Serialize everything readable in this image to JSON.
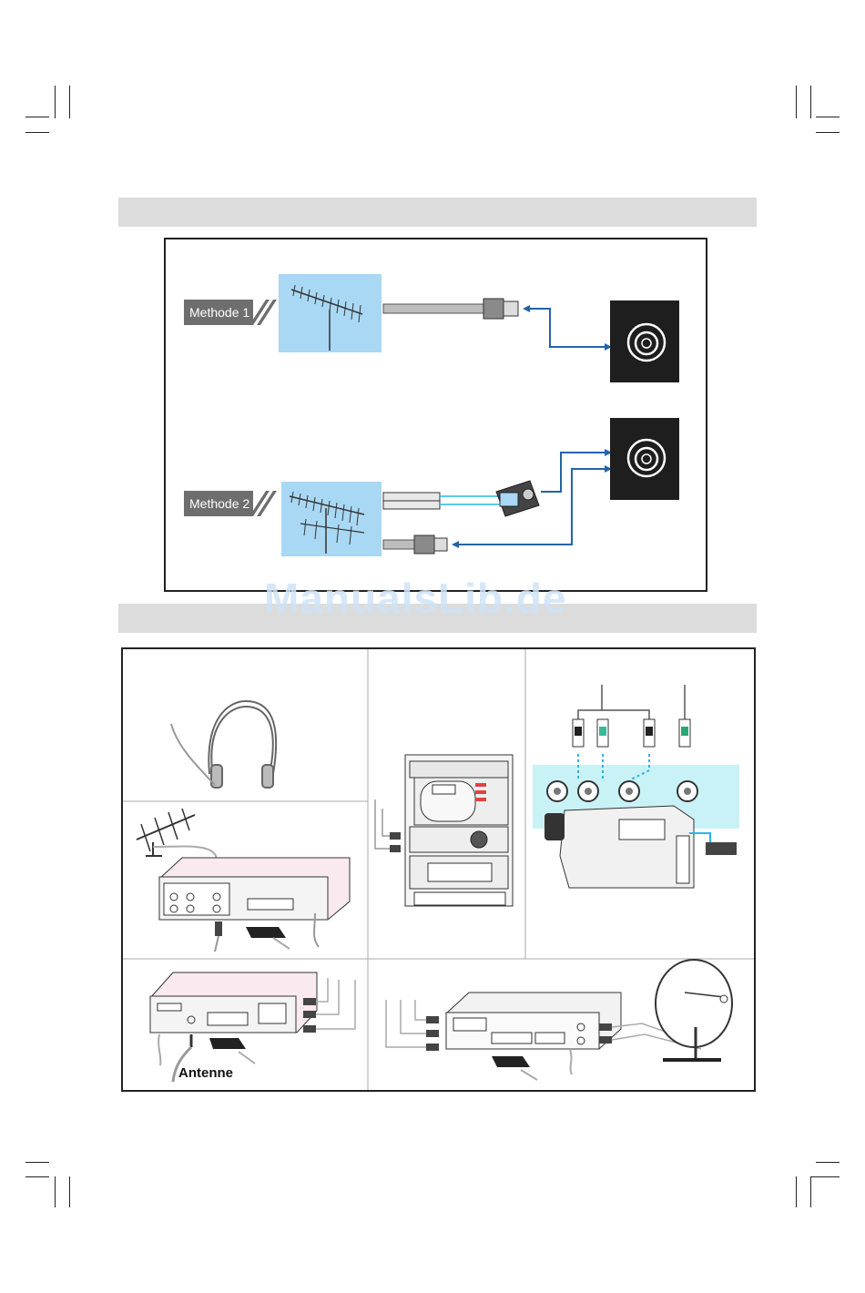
{
  "watermark": "ManualsLib.de",
  "section1": {
    "method1_label": "Methode 1",
    "method2_label": "Methode 2"
  },
  "section2": {
    "antenna_label": "Antenne"
  },
  "colors": {
    "band": "#dcdcdc",
    "sky": "#a9d8f4",
    "cable_blue": "#2563a8",
    "dotted_cyan": "#27b6e8",
    "socket_bg": "#1e1e1e"
  }
}
